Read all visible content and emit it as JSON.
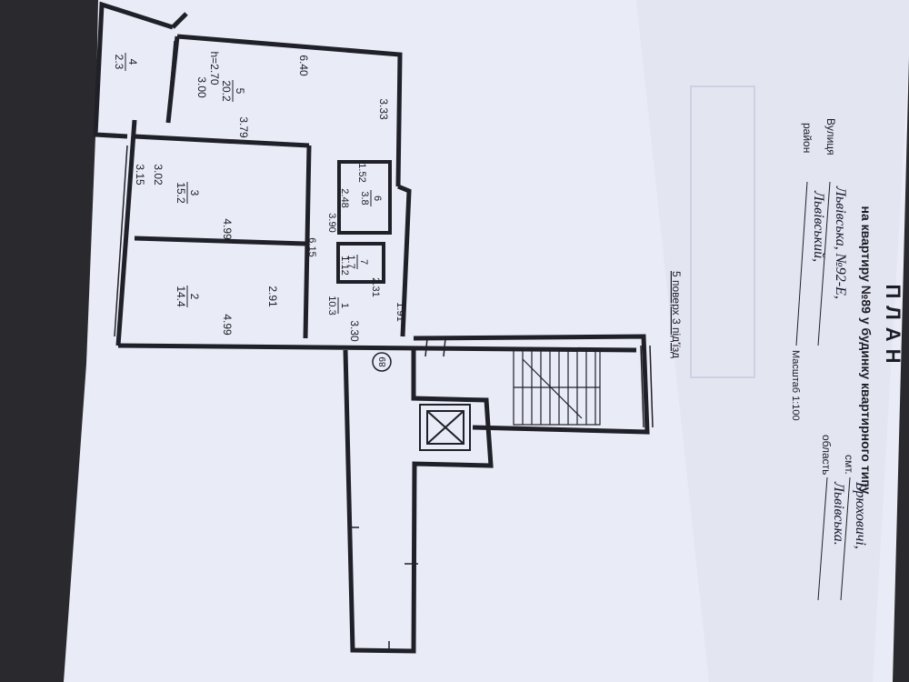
{
  "header": {
    "title": "ПЛАН",
    "subtitle": "на квартиру №89 у будинку квартирного типу"
  },
  "address": {
    "street_label": "Вулиця",
    "street_value": "Львівська, №92-Е,",
    "town_label": "смт.",
    "town_value": "Брюховичі,",
    "district_label": "район",
    "district_value": "Львівський,",
    "region_label": "область",
    "region_value": "Львівська."
  },
  "scale": "Масштаб 1:100",
  "floor_note": "5 поверх 3 під'їзд",
  "apartment_number": "89",
  "rooms": [
    {
      "num": "1",
      "area": "10.3"
    },
    {
      "num": "2",
      "area": "14.4"
    },
    {
      "num": "3",
      "area": "15.2"
    },
    {
      "num": "4",
      "area": "2.3"
    },
    {
      "num": "5",
      "area": "20.2"
    },
    {
      "num": "6",
      "area": "3.8"
    },
    {
      "num": "7",
      "area": "1.7"
    }
  ],
  "dimensions": {
    "d640": "6.40",
    "height": "h=2.70",
    "d300": "3.00",
    "d333": "3.33",
    "d379": "3.79",
    "d152": "1.52",
    "d248": "2.48",
    "d390": "3.90",
    "d315": "3.15",
    "d302": "3.02",
    "d499a": "4.99",
    "d615": "6.15",
    "d112": "1.12",
    "d231": "2.31",
    "d291": "2.91",
    "d191": "1.91",
    "d330": "3.30",
    "d499b": "4.99"
  }
}
